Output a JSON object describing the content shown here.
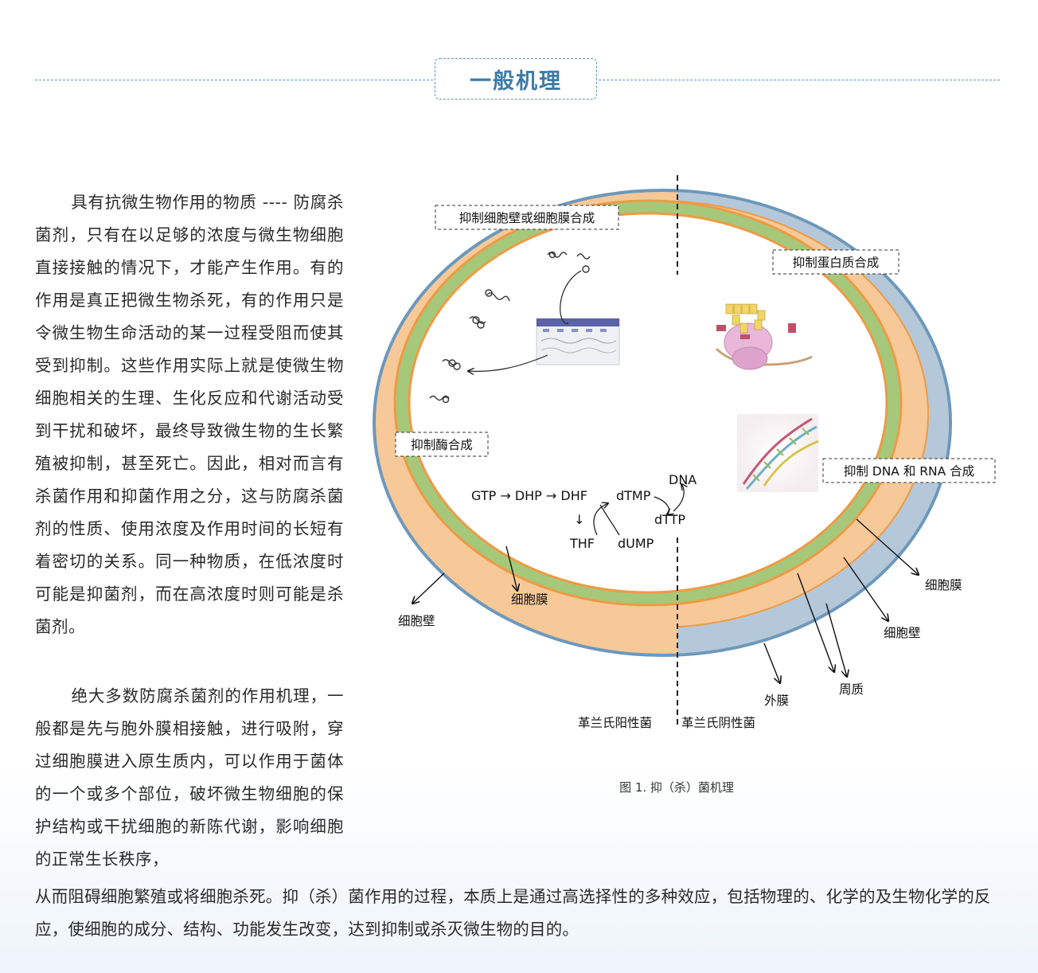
{
  "header": {
    "title": "一般机理"
  },
  "body": {
    "paragraph_1": "具有抗微生物作用的物质 ---- 防腐杀菌剂，只有在以足够的浓度与微生物细胞直接接触的情况下，才能产生作用。有的作用是真正把微生物杀死，有的作用只是令微生物生命活动的某一过程受阻而使其受到抑制。这些作用实际上就是使微生物细胞相关的生理、生化反应和代谢活动受到干扰和破坏，最终导致微生物的生长繁殖被抑制，甚至死亡。因此，相对而言有杀菌作用和抑菌作用之分，这与防腐杀菌剂的性质、使用浓度及作用时间的长短有着密切的关系。同一种物质，在低浓度时可能是抑菌剂，而在高浓度时则可能是杀菌剂。",
    "paragraph_2_part1": "绝大多数防腐杀菌剂的作用机理，一般都是先与胞外膜相接触，进行吸附，穿过细胞膜进入原生质内，可以作用于菌体的一个或多个部位，破坏微生物细胞的保护结构或干扰细胞的新陈代谢，影响细胞的正常生长秩序，",
    "paragraph_2_part2": "从而阻碍细胞繁殖或将细胞杀死。抑（杀）菌作用的过程，本质上是通过高选择性的多种效应，包括物理的、化学的及生物化学的反应，使细胞的成分、结构、功能发生改变，达到抑制或杀灭微生物的目的。"
  },
  "figure": {
    "caption": "图 1. 抑（杀）菌机理",
    "labels": {
      "cell_wall_membrane": "抑制细胞壁或细胞膜合成",
      "protein": "抑制蛋白质合成",
      "enzyme": "抑制酶合成",
      "dna_rna": "抑制 DNA 和 RNA 合成",
      "gram_positive": "革兰氏阳性菌",
      "gram_negative": "革兰氏阴性菌",
      "membrane_left": "细胞膜",
      "wall_left": "细胞壁",
      "membrane_right": "细胞膜",
      "wall_right": "细胞壁",
      "outer_membrane": "外膜",
      "periplasm": "周质"
    },
    "pathway": {
      "chain": "GTP → DHP → DHF",
      "down_arrow": "↓",
      "thf": "THF",
      "dump": "dUMP",
      "dtmp": "dTMP",
      "dttp": "dTTP",
      "dna": "DNA"
    }
  },
  "colors": {
    "accent": "#3d7aa8",
    "outer_wall": "#b4c8da",
    "peptidoglycan": "#f7c999",
    "membrane_green": "#a6c87a",
    "membrane_orange": "#ef9a45",
    "border_blue": "#6c98bc"
  }
}
